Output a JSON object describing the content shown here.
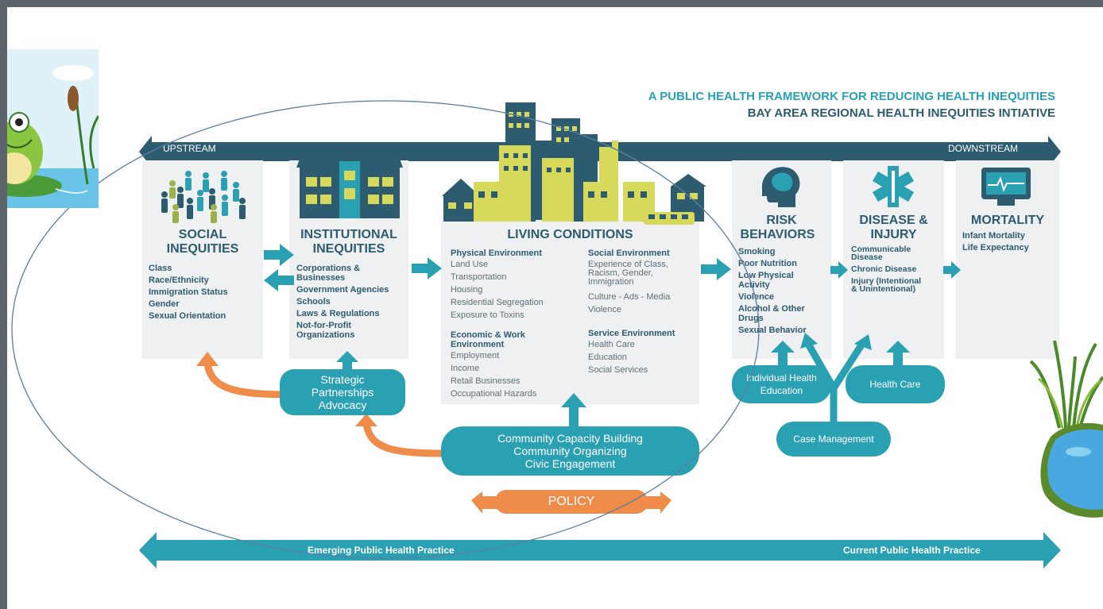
{
  "header": {
    "title": "A PUBLIC HEALTH FRAMEWORK FOR REDUCING HEALTH INEQUITIES",
    "subtitle": "BAY AREA REGIONAL HEALTH INEQUITIES INTIATIVE"
  },
  "top_arrow": {
    "left": "UPSTREAM",
    "right": "DOWNSTREAM"
  },
  "bottom_arrow": {
    "left": "Emerging Public Health Practice",
    "right": "Current Public Health Practice"
  },
  "social": {
    "title_1": "SOCIAL",
    "title_2": "INEQUITIES",
    "items": [
      "Class",
      "Race/Ethnicity",
      "Immigration Status",
      "Gender",
      "Sexual Orientation"
    ]
  },
  "institutional": {
    "title_1": "INSTITUTIONAL",
    "title_2": "INEQUITIES",
    "items": [
      "Corporations &",
      "Businesses",
      "Government Agencies",
      "Schools",
      "Laws & Regulations",
      "Not-for-Profit",
      "Organizations"
    ]
  },
  "living": {
    "title": "LIVING CONDITIONS",
    "physical": {
      "heading": "Physical Environment",
      "items": [
        "Land Use",
        "Transportation",
        "Housing",
        "Residential Segregation",
        "Exposure to Toxins"
      ]
    },
    "economic": {
      "heading_1": "Economic & Work",
      "heading_2": "Environment",
      "items": [
        "Employment",
        "Income",
        "Retail Businesses",
        "Occupational Hazards"
      ]
    },
    "social_env": {
      "heading": "Social Environment",
      "items": [
        "Experience of Class,",
        "Racism, Gender,",
        "Immigration",
        "Culture - Ads - Media",
        "Violence"
      ]
    },
    "service": {
      "heading": "Service Environment",
      "items": [
        "Health Care",
        "Education",
        "Social Services"
      ]
    }
  },
  "risk": {
    "title_1": "RISK",
    "title_2": "BEHAVIORS",
    "items": [
      "Smoking",
      "Poor Nutrition",
      "Low Physical",
      "Activity",
      "Violence",
      "Alcohol & Other",
      "Drugs",
      "Sexual Behavior"
    ]
  },
  "disease": {
    "title_1": "DISEASE &",
    "title_2": "INJURY",
    "items": [
      "Communicable",
      "Disease",
      "Chronic Disease",
      "Injury (Intentional",
      "& Unintentional)"
    ]
  },
  "mortality": {
    "title": "MORTALITY",
    "items": [
      "Infant Mortality",
      "Life Expectancy"
    ]
  },
  "strategic": {
    "line_1": "Strategic",
    "line_2": "Partnerships",
    "line_3": "Advocacy"
  },
  "community": {
    "line_1": "Community Capacity Building",
    "line_2": "Community Organizing",
    "line_3": "Civic Engagement"
  },
  "policy": "POLICY",
  "individual": {
    "line_1": "Individual Health",
    "line_2": "Education"
  },
  "health_care": "Health Care",
  "case_management": "Case Management",
  "colors": {
    "teal": "#2aa0b3",
    "dark_blue": "#2d5b70",
    "orange": "#f08c4a",
    "panel": "#eef0f1",
    "yellow": "#d6d95a"
  }
}
